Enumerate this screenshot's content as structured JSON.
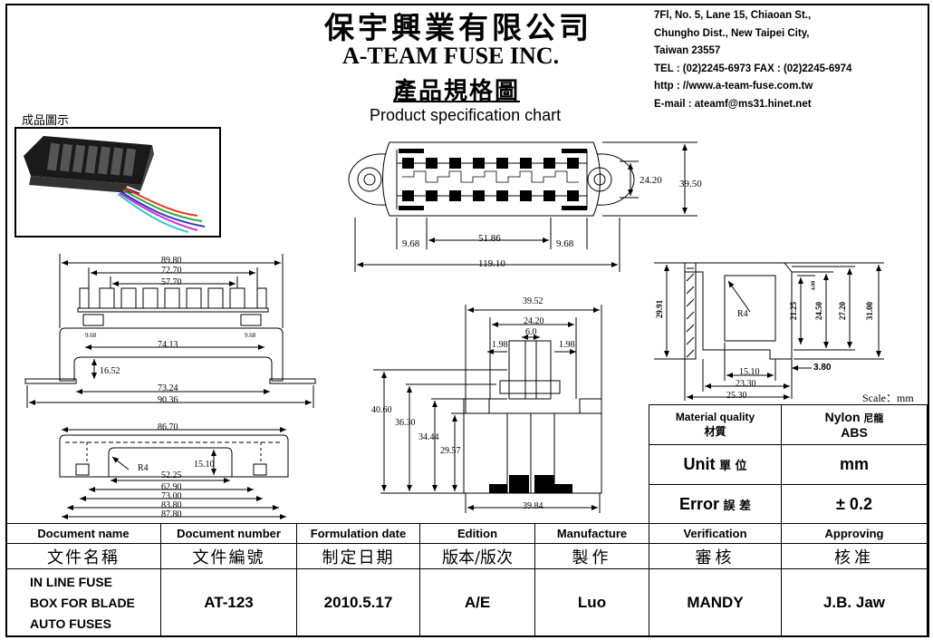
{
  "header": {
    "company_cn": "保宇興業有限公司",
    "company_en": "A-TEAM FUSE INC.",
    "title_cn": "產品規格圖",
    "title_en": "Product specification chart",
    "address_lines": [
      "7Fl, No. 5, Lane 15, Chiaoan St.,",
      "Chungho Dist., New Taipei City,",
      "Taiwan  23557",
      "TEL : (02)2245-6973  FAX : (02)2245-6974",
      "http : //www.a-team-fuse.com.tw",
      "E-mail : ateamf@ms31.hinet.net"
    ]
  },
  "photo": {
    "label": "成品圖示"
  },
  "drawings": {
    "top_view": {
      "d1": "24.20",
      "d2": "39.50",
      "d3": "9.68",
      "d4": "51.86",
      "d5": "9.68",
      "d6": "119.10"
    },
    "front_view": {
      "d1": "89.80",
      "d2": "72.70",
      "d3": "57.70",
      "d4": "9.68",
      "d5": "9.68",
      "d6": "74.13",
      "d7": "16.52",
      "d8": "73.24",
      "d9": "90.36"
    },
    "bottom_view": {
      "d1": "86.70",
      "d2": "R4",
      "d3": "15.10",
      "d4": "52.25",
      "d5": "62.90",
      "d6": "73.00",
      "d7": "83.80",
      "d8": "87.80"
    },
    "side_view": {
      "d1": "39.52",
      "d2": "24.20",
      "d3": "6.0",
      "d4": "1.98",
      "d5": "1.98",
      "d6": "40.60",
      "d7": "36.30",
      "d8": "34.44",
      "d9": "29.57",
      "d10": "39.84"
    },
    "section_view": {
      "d1": "29.91",
      "d2": "R4",
      "d3": "21.25",
      "d4": "24.50",
      "d5": "27.20",
      "d6": "31.00",
      "d7": "4.80",
      "d8": "15.10",
      "d9": "3.80",
      "d10": "23.30",
      "d11": "25.30"
    },
    "scale": "Scale：mm"
  },
  "spec": {
    "material_label_en": "Material quality",
    "material_label_cn": "材質",
    "material_value_1": "Nylon",
    "material_value_1_cn": "尼龍",
    "material_value_2": "ABS",
    "unit_label_en": "Unit",
    "unit_label_cn": "單 位",
    "unit_value": "mm",
    "error_label_en": "Error",
    "error_label_cn": "誤 差",
    "error_value": "± 0.2"
  },
  "doc_table": {
    "headers_en": [
      "Document name",
      "Document number",
      "Formulation date",
      "Edition",
      "Manufacture",
      "Verification",
      "Approving"
    ],
    "headers_cn": [
      "文件名稱",
      "文件編號",
      "制定日期",
      "版本/版次",
      "製作",
      "審核",
      "核准"
    ],
    "values": [
      "IN LINE FUSE\nBOX FOR BLADE\nAUTO FUSES",
      "AT-123",
      "2010.5.17",
      "A/E",
      "Luo",
      "MANDY",
      "J.B. Jaw"
    ]
  }
}
